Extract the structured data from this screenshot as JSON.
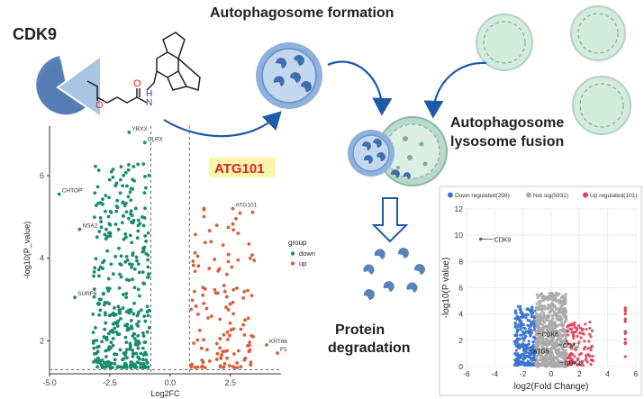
{
  "labels": {
    "cdk9": "CDK9",
    "autophagosome_formation": "Autophagosome formation",
    "fusion_line1": "Autophagosome",
    "fusion_line2": "lysosome fusion",
    "protein": "Protein",
    "degradation": "degradation",
    "atg101": "ATG101"
  },
  "chemistry": {
    "carbonyl_o": "O",
    "amide_o": "O",
    "amide_h": "H",
    "amide_n": "N"
  },
  "colors": {
    "down_points": "#1a8c6c",
    "up_points": "#d95f38",
    "down_regulated": "#3a73cf",
    "not_sig": "#aaaaaa",
    "up_regulated": "#e0405a",
    "atg101_label": "#e02020",
    "pacman": "#5b83b8",
    "vesicle": "#aac6e6",
    "lysosome": "#cfe6d9",
    "arrow": "#1e5aa8"
  },
  "chart_data": [
    {
      "type": "scatter",
      "xlabel": "Log2FC",
      "ylabel": "-log10(P_value)",
      "xlim": [
        -5.0,
        4.6
      ],
      "ylim": [
        1.2,
        7.2
      ],
      "xticks": [
        -5.0,
        -2.5,
        0.0,
        2.5
      ],
      "yticks": [
        2,
        4,
        6
      ],
      "vlines": [
        -0.8,
        0.8
      ],
      "hline": 1.3,
      "legend": {
        "title": "group",
        "entries": [
          "down",
          "up"
        ],
        "position": "right"
      },
      "series": [
        {
          "name": "down",
          "cluster": {
            "x_range": [
              -3.2,
              -0.85
            ],
            "y_range": [
              1.35,
              6.3
            ],
            "count": 380
          }
        },
        {
          "name": "up",
          "cluster": {
            "x_range": [
              0.85,
              3.5
            ],
            "y_range": [
              1.35,
              5.4
            ],
            "count": 130
          }
        }
      ],
      "annotations": [
        {
          "text": "YBX3",
          "x": -1.7,
          "y": 7.05
        },
        {
          "text": "CLPX",
          "x": -1.05,
          "y": 6.8
        },
        {
          "text": "CHTOP",
          "x": -4.6,
          "y": 5.55
        },
        {
          "text": "NSA2",
          "x": -3.75,
          "y": 4.7
        },
        {
          "text": "SURF6",
          "x": -3.95,
          "y": 3.05
        },
        {
          "text": "ATG101",
          "x": 2.6,
          "y": 5.2
        },
        {
          "text": "KRT86",
          "x": 4.0,
          "y": 1.9
        },
        {
          "text": "F5",
          "x": 4.45,
          "y": 1.7
        }
      ]
    },
    {
      "type": "scatter",
      "xlabel": "log2(Fold Change)",
      "ylabel": "-log10(P value)",
      "xlim": [
        -6,
        6
      ],
      "ylim": [
        0,
        12
      ],
      "xticks": [
        -6,
        -4,
        -2,
        0,
        2,
        4,
        6
      ],
      "yticks": [
        0,
        2,
        4,
        6,
        8,
        10,
        12
      ],
      "legend": {
        "position": "top",
        "entries": [
          "Down regulated(299)",
          "Not sig(5931)",
          "Up regulated(101)"
        ]
      },
      "series": [
        {
          "name": "Down regulated(299)",
          "cluster": {
            "x_range": [
              -2.6,
              -1.1
            ],
            "y_range": [
              0.1,
              4.6
            ],
            "count": 299
          }
        },
        {
          "name": "Not sig(5931)",
          "cluster": {
            "x_range": [
              -1.1,
              1.1
            ],
            "y_range": [
              0,
              5.6
            ],
            "count": 700
          }
        },
        {
          "name": "Up regulated(101)",
          "cluster": {
            "x_range": [
              1.1,
              3.0
            ],
            "y_range": [
              0.1,
              3.4
            ],
            "count": 101
          }
        }
      ],
      "annotations": [
        {
          "text": "CDK9",
          "x": -5.0,
          "y": 9.7
        },
        {
          "text": "CDK6",
          "x": -1.0,
          "y": 2.5
        },
        {
          "text": "CDK2",
          "x": 0.5,
          "y": 1.65
        },
        {
          "text": "ATG5",
          "x": -1.6,
          "y": 1.2
        },
        {
          "text": "CDK4",
          "x": 0.6,
          "y": 0.3
        }
      ]
    }
  ]
}
